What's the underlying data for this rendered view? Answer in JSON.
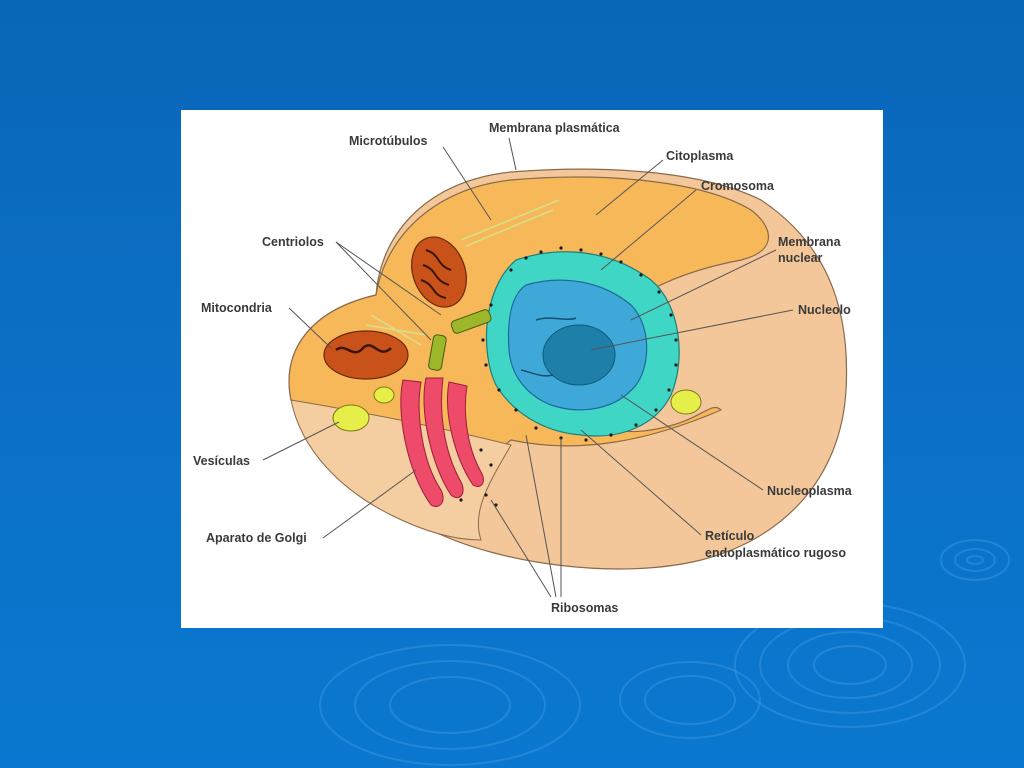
{
  "labels": {
    "microtubulos": "Microtúbulos",
    "membrana_plasmatica": "Membrana plasmática",
    "citoplasma": "Citoplasma",
    "cromosoma": "Cromosoma",
    "membrana_nuclear_1": "Membrana",
    "membrana_nuclear_2": "nuclear",
    "centriolos": "Centriolos",
    "nucleolo": "Nucleolo",
    "mitocondria": "Mitocondria",
    "vesiculas": "Vesículas",
    "nucleoplasma": "Nucleoplasma",
    "aparato_golgi": "Aparato de Golgi",
    "reticulo_1": "Retículo",
    "reticulo_2": "endoplasmático rugoso",
    "ribosomas": "Ribosomas"
  },
  "colors": {
    "background": "#0b6fc4",
    "cytoplasm": "#f7b85a",
    "cell_outer": "#f3c79a",
    "nucleus_outer": "#3fd6c6",
    "nucleus_inner": "#3ea8d8",
    "nucleolus": "#1e7fa8",
    "mitochondria": "#c8521a",
    "golgi": "#ee4a6a",
    "vesicle": "#e6ee4a",
    "label_text": "#3a3a3a",
    "leader_line": "#555555"
  }
}
